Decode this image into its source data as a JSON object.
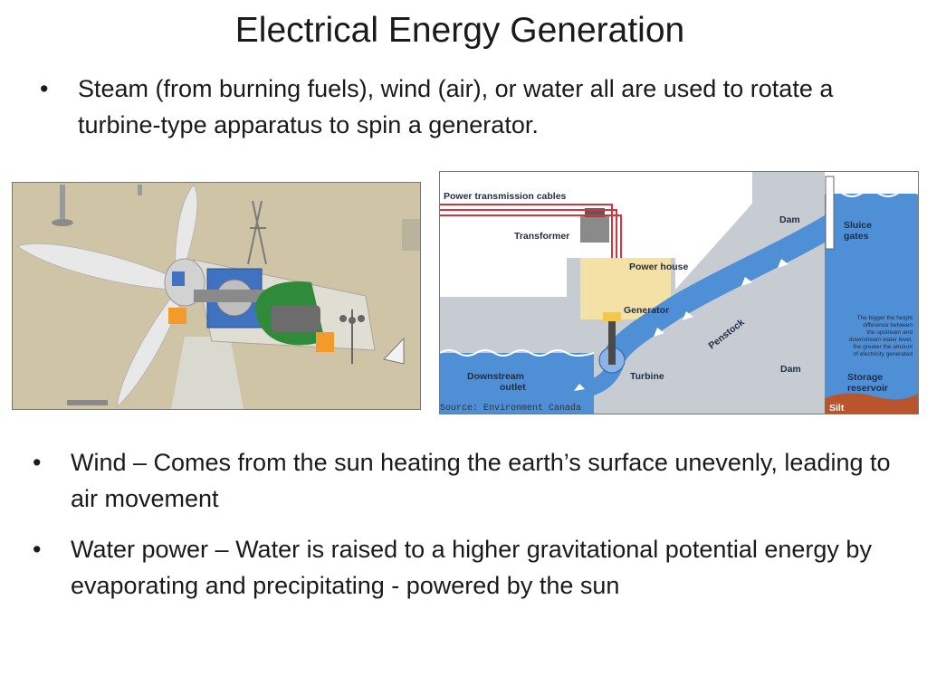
{
  "slide": {
    "title": "Electrical Energy Generation",
    "bullets": [
      {
        "marker": "•",
        "text": "Steam (from burning fuels), wind (air), or water all are used to rotate a turbine-type apparatus to spin a generator."
      },
      {
        "marker": "•",
        "text": "Wind – Comes from the sun heating the earth’s surface unevenly, leading to air movement"
      },
      {
        "marker": "•",
        "text": "Water power – Water is raised to a higher gravitational potential energy by evaporating and precipitating - powered by the sun"
      }
    ]
  },
  "hydro_diagram": {
    "labels": {
      "cables": "Power transmission cables",
      "transformer": "Transformer",
      "dam_top": "Dam",
      "sluice_1": "Sluice",
      "sluice_2": "gates",
      "power_house": "Power house",
      "generator": "Generator",
      "penstock": "Penstock",
      "note": [
        "The bigger the height",
        "difference between",
        "the upstream and",
        "downstream water level,",
        "the greater the amount",
        "of electricity generated"
      ],
      "downstream_1": "Downstream",
      "downstream_2": "outlet",
      "turbine": "Turbine",
      "dam_bottom": "Dam",
      "storage_1": "Storage",
      "storage_2": "reservoir",
      "silt": "Silt",
      "source": "Source: Environment Canada"
    },
    "colors": {
      "water": "#4f8fd6",
      "dam": "#c7ccd2",
      "powerhouse": "#f4e1a6",
      "cables": "#d8333a",
      "silt": "#b8552d"
    }
  },
  "wind_illustration": {
    "colors": {
      "ground": "#cfc5a6",
      "blade": "#e6e6e6",
      "housing": "#3f73c2",
      "generator": "#2f8a3a",
      "accent": "#f39a2a"
    }
  }
}
